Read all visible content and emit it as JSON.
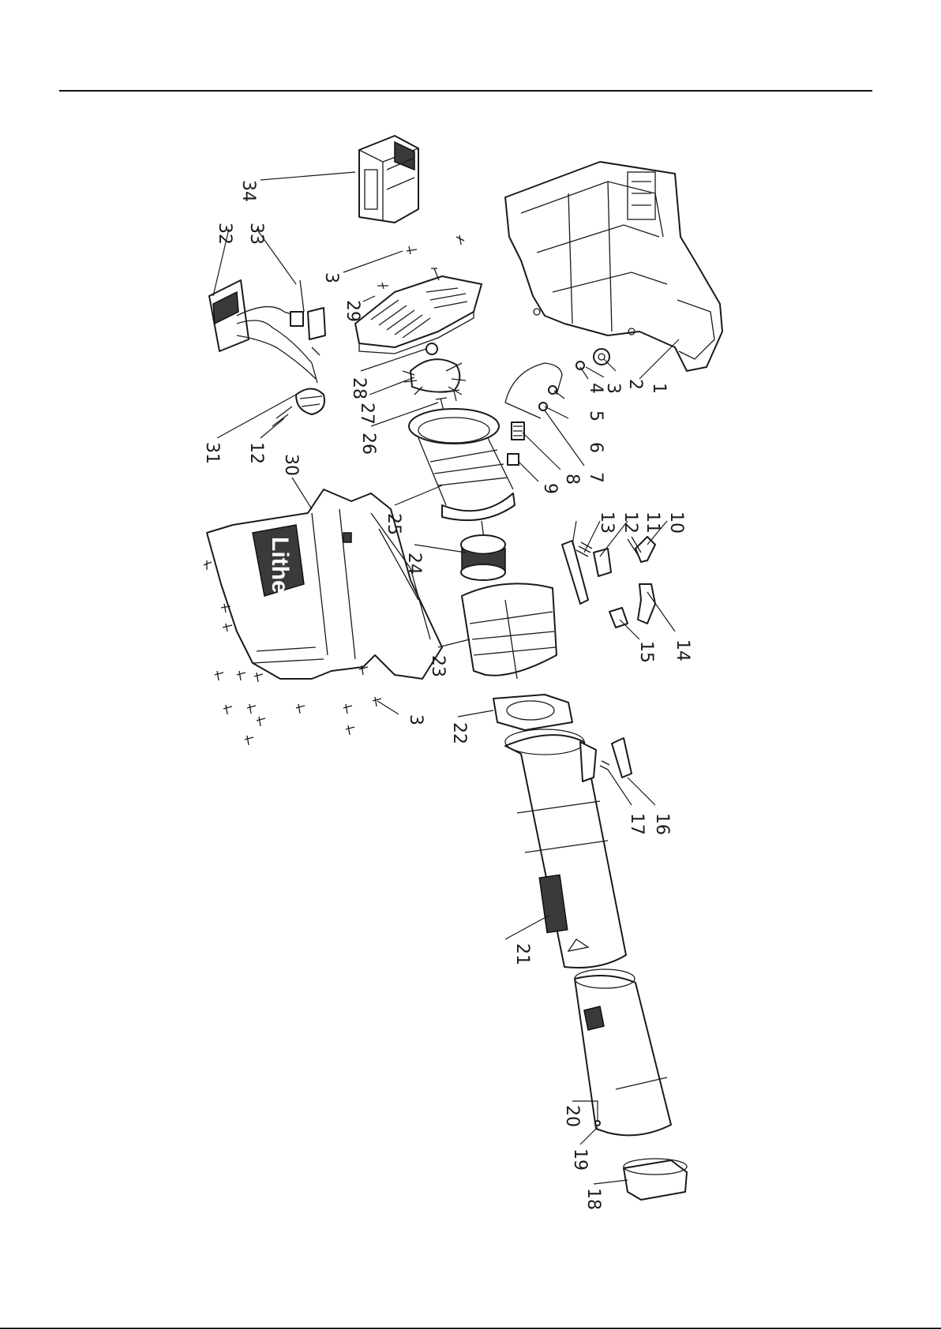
{
  "brand_text": "Litheli",
  "callouts": [
    {
      "id": "c1",
      "label": "1"
    },
    {
      "id": "c2",
      "label": "2"
    },
    {
      "id": "c3a",
      "label": "3"
    },
    {
      "id": "c3b",
      "label": "3"
    },
    {
      "id": "c3c",
      "label": "3"
    },
    {
      "id": "c4",
      "label": "4"
    },
    {
      "id": "c5",
      "label": "5"
    },
    {
      "id": "c6",
      "label": "6"
    },
    {
      "id": "c7",
      "label": "7"
    },
    {
      "id": "c8",
      "label": "8"
    },
    {
      "id": "c9",
      "label": "9"
    },
    {
      "id": "c10",
      "label": "10"
    },
    {
      "id": "c11",
      "label": "11"
    },
    {
      "id": "c12a",
      "label": "12"
    },
    {
      "id": "c12b",
      "label": "12"
    },
    {
      "id": "c13",
      "label": "13"
    },
    {
      "id": "c14",
      "label": "14"
    },
    {
      "id": "c15",
      "label": "15"
    },
    {
      "id": "c16",
      "label": "16"
    },
    {
      "id": "c17",
      "label": "17"
    },
    {
      "id": "c18",
      "label": "18"
    },
    {
      "id": "c19",
      "label": "19"
    },
    {
      "id": "c20",
      "label": "20"
    },
    {
      "id": "c21",
      "label": "21"
    },
    {
      "id": "c22",
      "label": "22"
    },
    {
      "id": "c23",
      "label": "23"
    },
    {
      "id": "c24",
      "label": "24"
    },
    {
      "id": "c25",
      "label": "25"
    },
    {
      "id": "c26",
      "label": "26"
    },
    {
      "id": "c27",
      "label": "27"
    },
    {
      "id": "c28",
      "label": "28"
    },
    {
      "id": "c29",
      "label": "29"
    },
    {
      "id": "c30",
      "label": "30"
    },
    {
      "id": "c31",
      "label": "31"
    },
    {
      "id": "c32",
      "label": "32"
    },
    {
      "id": "c33",
      "label": "33"
    },
    {
      "id": "c34",
      "label": "34"
    }
  ]
}
